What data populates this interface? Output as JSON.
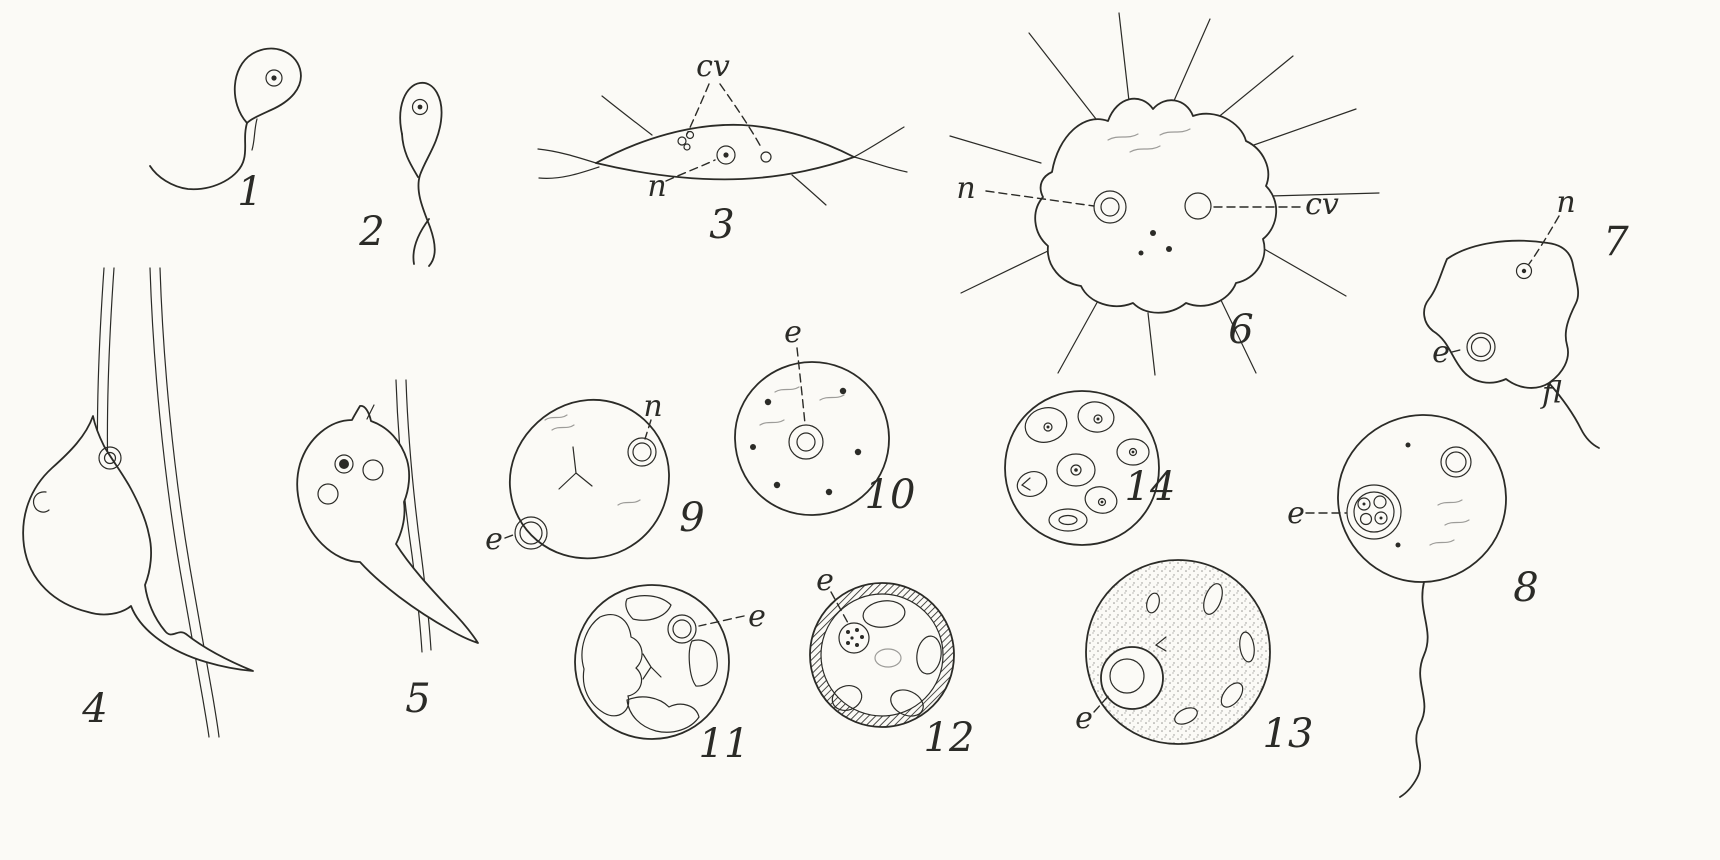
{
  "plate": {
    "paper_color": "#fbfaf6",
    "ink_color": "#2b2b27",
    "figures": {
      "f1": {
        "number": "1"
      },
      "f2": {
        "number": "2"
      },
      "f3": {
        "number": "3",
        "labels": {
          "cv": "cv",
          "n": "n"
        }
      },
      "f4": {
        "number": "4"
      },
      "f5": {
        "number": "5"
      },
      "f6": {
        "number": "6",
        "labels": {
          "n": "n",
          "cv": "cv"
        }
      },
      "f7": {
        "number": "7",
        "labels": {
          "n": "n",
          "e": "e",
          "fl": "fl"
        }
      },
      "f8": {
        "number": "8",
        "labels": {
          "e": "e"
        }
      },
      "f9": {
        "number": "9",
        "labels": {
          "n": "n",
          "e": "e"
        }
      },
      "f10": {
        "number": "10",
        "labels": {
          "e": "e"
        }
      },
      "f11": {
        "number": "11",
        "labels": {
          "e": "e"
        }
      },
      "f12": {
        "number": "12",
        "labels": {
          "e": "e"
        }
      },
      "f13": {
        "number": "13",
        "labels": {
          "e": "e"
        }
      },
      "f14": {
        "number": "14"
      }
    }
  }
}
